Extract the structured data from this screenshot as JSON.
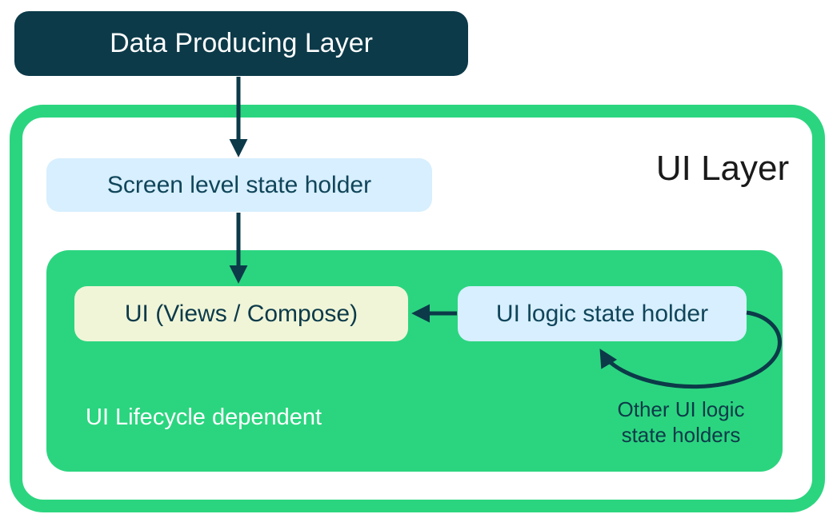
{
  "diagram": {
    "data_producing_layer": {
      "label": "Data Producing Layer"
    },
    "ui_layer": {
      "title": "UI Layer",
      "screen_level_state_holder": {
        "label": "Screen level state holder"
      },
      "ui_lifecycle_group": {
        "ui_box": {
          "label": "UI (Views / Compose)"
        },
        "ui_logic_state_holder": {
          "label": "UI logic state holder"
        },
        "caption": "UI Lifecycle dependent",
        "other_holders_note": {
          "line1": "Other UI logic",
          "line2": "state holders"
        }
      }
    },
    "arrows": {
      "data_to_screen_holder": "arrow-down",
      "screen_holder_to_ui": "arrow-down",
      "logic_holder_to_ui": "arrow-left",
      "other_holders_loop": "loop-arrow"
    },
    "colors": {
      "dark_navy": "#0c3a49",
      "green": "#2bd57f",
      "light_blue": "#d7effe",
      "cream": "#f0f5d8",
      "title_text": "#1a1a1a",
      "white": "#ffffff"
    }
  }
}
